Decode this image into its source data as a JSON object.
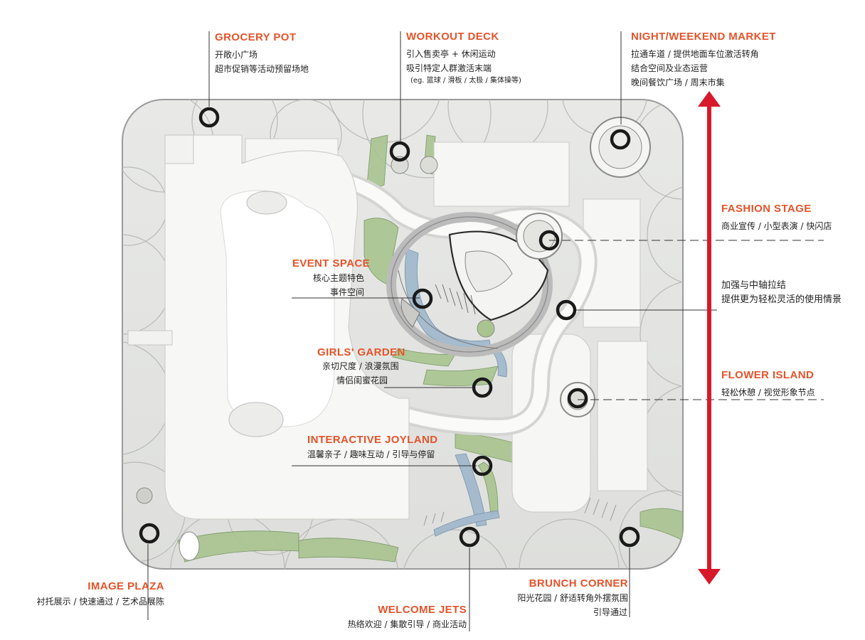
{
  "annotations": {
    "grocery_pot": {
      "title": "GROCERY POT",
      "lines": [
        "开敞小广场",
        "超市促销等活动预留场地"
      ]
    },
    "workout_deck": {
      "title": "WORKOUT DECK",
      "lines": [
        "引入售卖亭 + 休闲运动",
        "吸引特定人群激活末端"
      ],
      "note": "(eg. 篮球 / 滑板 / 太极 / 集体操等)"
    },
    "night_market": {
      "title": "NIGHT/WEEKEND MARKET",
      "lines": [
        "拉通车道 / 提供地面车位激活转角",
        "结合空间及业态运营",
        "晚间餐饮广场 / 周末市集"
      ]
    },
    "fashion_stage": {
      "title": "FASHION STAGE",
      "lines": [
        "商业宣传 / 小型表演 / 快闪店"
      ]
    },
    "axis_note": {
      "lines": [
        "加强与中轴拉结",
        "提供更为轻松灵活的使用情景"
      ]
    },
    "flower_island": {
      "title": "FLOWER ISLAND",
      "lines": [
        "轻松休憩 / 视觉形象节点"
      ]
    },
    "event_space": {
      "title": "EVENT SPACE",
      "lines": [
        "核心主题特色",
        "事件空间"
      ]
    },
    "girls_garden": {
      "title": "GIRLS' GARDEN",
      "lines": [
        "亲切尺度 / 浪漫氛围",
        "情侣闺蜜花园"
      ]
    },
    "joyland": {
      "title": "INTERACTIVE JOYLAND",
      "lines": [
        "温馨亲子 / 趣味互动 / 引导与停留"
      ]
    },
    "image_plaza": {
      "title": "IMAGE PLAZA",
      "lines": [
        "衬托展示 / 快速通过 / 艺术品展陈"
      ]
    },
    "welcome_jets": {
      "title": "WELCOME JETS",
      "lines": [
        "热络欢迎 / 集散引导 / 商业活动"
      ]
    },
    "brunch_corner": {
      "title": "BRUNCH CORNER",
      "lines": [
        "阳光花园 / 舒适转角外摆氛围",
        "引导通过"
      ]
    }
  },
  "colors": {
    "accent": "#e5532a",
    "axis_arrow": "#d7192a",
    "marker": "#1a1a1a",
    "green": "#a9c48f",
    "blue": "#9fb7cc"
  }
}
